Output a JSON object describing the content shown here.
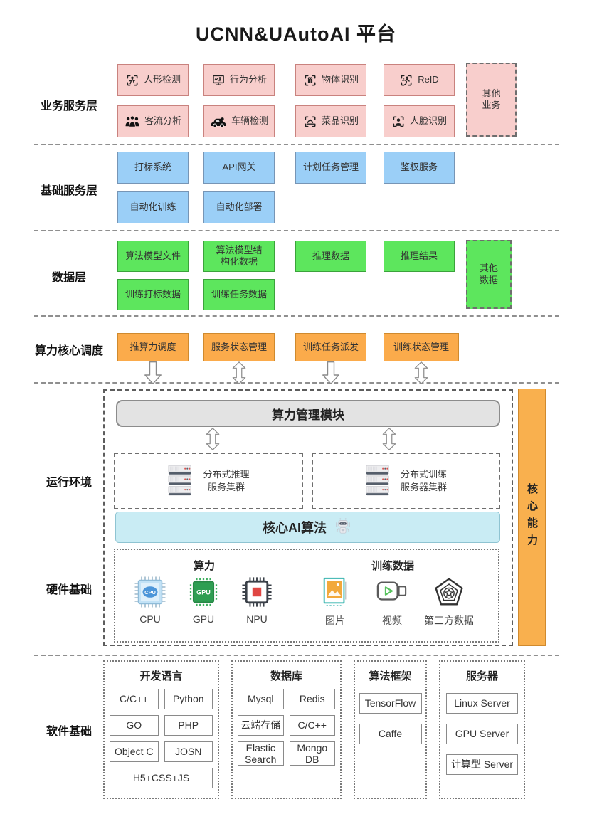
{
  "title": "UCNN&UAutoAI  平台",
  "colors": {
    "business_fill": "#F8CECC",
    "basic_fill": "#9BCFF7",
    "data_fill": "#5DE65D",
    "scheduling_fill": "#FBAB4B",
    "manager_fill": "#E3E3E3",
    "algorithm_fill": "#C9ECF4",
    "capability_fill": "#F9B04E"
  },
  "layers": {
    "business": {
      "label": "业务服务层",
      "rows": [
        [
          {
            "label": "人形检测",
            "icon": "person-detect-icon"
          },
          {
            "label": "行为分析",
            "icon": "behavior-analysis-icon"
          },
          {
            "label": "物体识别",
            "icon": "object-detect-icon"
          },
          {
            "label": "ReID",
            "icon": "reid-icon"
          }
        ],
        [
          {
            "label": "客流分析",
            "icon": "crowd-icon"
          },
          {
            "label": "车辆检测",
            "icon": "vehicle-icon"
          },
          {
            "label": "菜品识别",
            "icon": "dish-icon"
          },
          {
            "label": "人脸识别",
            "icon": "face-icon"
          }
        ]
      ],
      "other_label": "其他\n业务"
    },
    "basic": {
      "label": "基础服务层",
      "rows": [
        [
          "打标系统",
          "API网关",
          "计划任务管理",
          "鉴权服务"
        ],
        [
          "自动化训练",
          "自动化部署"
        ]
      ]
    },
    "data_layer": {
      "label": "数据层",
      "rows": [
        [
          "算法模型文件",
          "算法模型结\n构化数据",
          "推理数据",
          "推理结果"
        ],
        [
          "训练打标数据",
          "训练任务数据"
        ]
      ],
      "other_label": "其他\n数据"
    },
    "scheduling": {
      "label": "算力核心调度",
      "boxes": [
        {
          "label": "推算力调度",
          "arrow": "down"
        },
        {
          "label": "服务状态管理",
          "arrow": "both"
        },
        {
          "label": "训练任务派发",
          "arrow": "down"
        },
        {
          "label": "训练状态管理",
          "arrow": "both"
        }
      ]
    },
    "runtime": {
      "label": "运行环境",
      "manager_label": "算力管理模块",
      "clusters": [
        {
          "label": "分布式推理\n服务集群",
          "icon": "server-stack-icon"
        },
        {
          "label": "分布式训练\n服务器集群",
          "icon": "server-stack-icon"
        }
      ],
      "algorithm_label": "核心AI算法",
      "algorithm_icon": "robot-icon"
    },
    "hardware": {
      "label": "硬件基础",
      "groups": [
        {
          "title": "算力",
          "items": [
            {
              "label": "CPU",
              "icon": "cpu-chip-icon"
            },
            {
              "label": "GPU",
              "icon": "gpu-chip-icon"
            },
            {
              "label": "NPU",
              "icon": "npu-chip-icon"
            }
          ]
        },
        {
          "title": "训练数据",
          "items": [
            {
              "label": "图片",
              "icon": "image-icon"
            },
            {
              "label": "视频",
              "icon": "video-icon"
            },
            {
              "label": "第三方数据",
              "icon": "third-party-data-icon"
            }
          ]
        }
      ]
    },
    "capability": {
      "label": "核心能力"
    },
    "software": {
      "label": "软件基础",
      "groups": [
        {
          "title": "开发语言",
          "layout": "grid",
          "boxes": [
            "C/C++",
            "Python",
            "GO",
            "PHP",
            "Object C",
            "JOSN",
            "H5+CSS+JS"
          ],
          "wide_last": true
        },
        {
          "title": "数据库",
          "layout": "grid",
          "boxes": [
            "Mysql",
            "Redis",
            "云端存储",
            "C/C++",
            "Elastic\nSearch",
            "Mongo\nDB"
          ],
          "wide_last": false
        },
        {
          "title": "算法框架",
          "layout": "column",
          "boxes": [
            "TensorFlow",
            "Caffe"
          ]
        },
        {
          "title": "服务器",
          "layout": "column",
          "boxes": [
            "Linux Server",
            "GPU Server",
            "计算型 Server"
          ]
        }
      ]
    }
  }
}
